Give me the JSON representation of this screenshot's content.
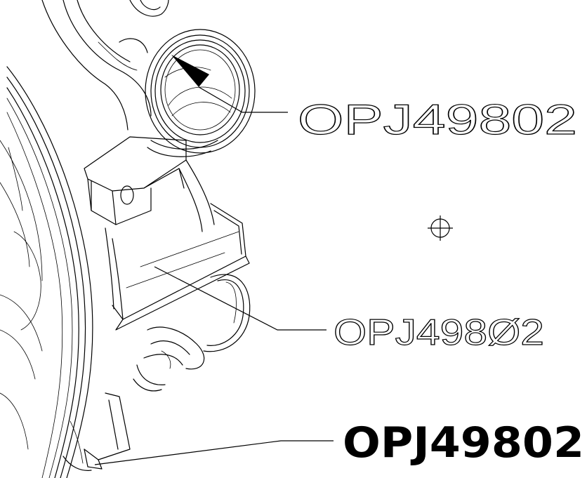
{
  "labels": {
    "top": "OPJ49802",
    "middle": "OPJ498Ø2",
    "bottom": "OPJ49802"
  },
  "icons": {
    "center_mark": "crosshair-target-icon",
    "arrow": "leader-arrowhead-icon"
  },
  "colors": {
    "ink": "#000000",
    "paper": "#ffffff"
  }
}
